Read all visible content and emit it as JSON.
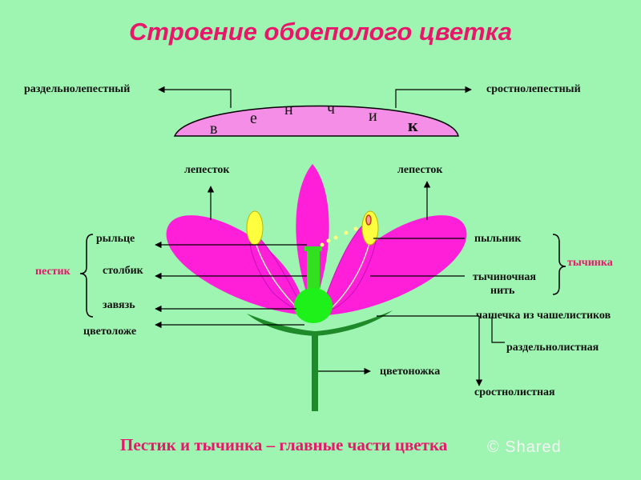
{
  "title": "Строение обоеполого цветка",
  "arc": {
    "left_label": "раздельнолепестный",
    "right_label": "сростнолепестный",
    "letters": [
      "в",
      "е",
      "н",
      "ч",
      "и",
      "к"
    ]
  },
  "labels": {
    "petal_left": "лепесток",
    "petal_right": "лепесток",
    "stigma": "рыльце",
    "style": "столбик",
    "ovary": "завязь",
    "pistil": "пестик",
    "receptacle": "цветоложе",
    "anther": "пыльник",
    "filament_line1": "тычиночная",
    "filament_line2": "нить",
    "stamen": "тычинка",
    "calyx": "чашечка из чашелистиков",
    "calyx_separate": "раздельнолистная",
    "pedicel": "цветоножка",
    "calyx_fused": "сростнолистная"
  },
  "caption": "Пестик и тычинка – главные части цветка",
  "logo": "© Shared",
  "colors": {
    "background": "#9ef5b2",
    "title": "#e8176a",
    "petal": "#ff1fd8",
    "pistil": "#33e01f",
    "anther": "#ffff40",
    "arc": "#f58ee6"
  }
}
